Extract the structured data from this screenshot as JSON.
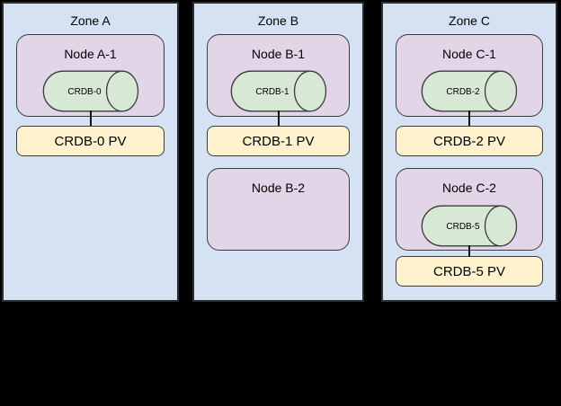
{
  "palette": {
    "page-bg": "#000000",
    "zone-fill": "#d4e2f4",
    "zone-border": "#2e2e2e",
    "node-fill": "#e2d5e8",
    "pod-fill": "#d7e8d4",
    "pv-fill": "#fff2cc",
    "shape-border": "#3c3c3c",
    "line-color": "#111111"
  },
  "zones": [
    {
      "label": "Zone A",
      "nodes": [
        {
          "label": "Node A-1",
          "pod_label": "CRDB-0",
          "pv_label": "CRDB-0 PV"
        }
      ]
    },
    {
      "label": "Zone B",
      "nodes": [
        {
          "label": "Node B-1",
          "pod_label": "CRDB-1",
          "pv_label": "CRDB-1 PV"
        },
        {
          "label": "Node B-2"
        }
      ]
    },
    {
      "label": "Zone C",
      "nodes": [
        {
          "label": "Node C-1",
          "pod_label": "CRDB-2",
          "pv_label": "CRDB-2 PV"
        },
        {
          "label": "Node C-2",
          "pod_label": "CRDB-5",
          "pv_label": "CRDB-5 PV"
        }
      ]
    }
  ]
}
